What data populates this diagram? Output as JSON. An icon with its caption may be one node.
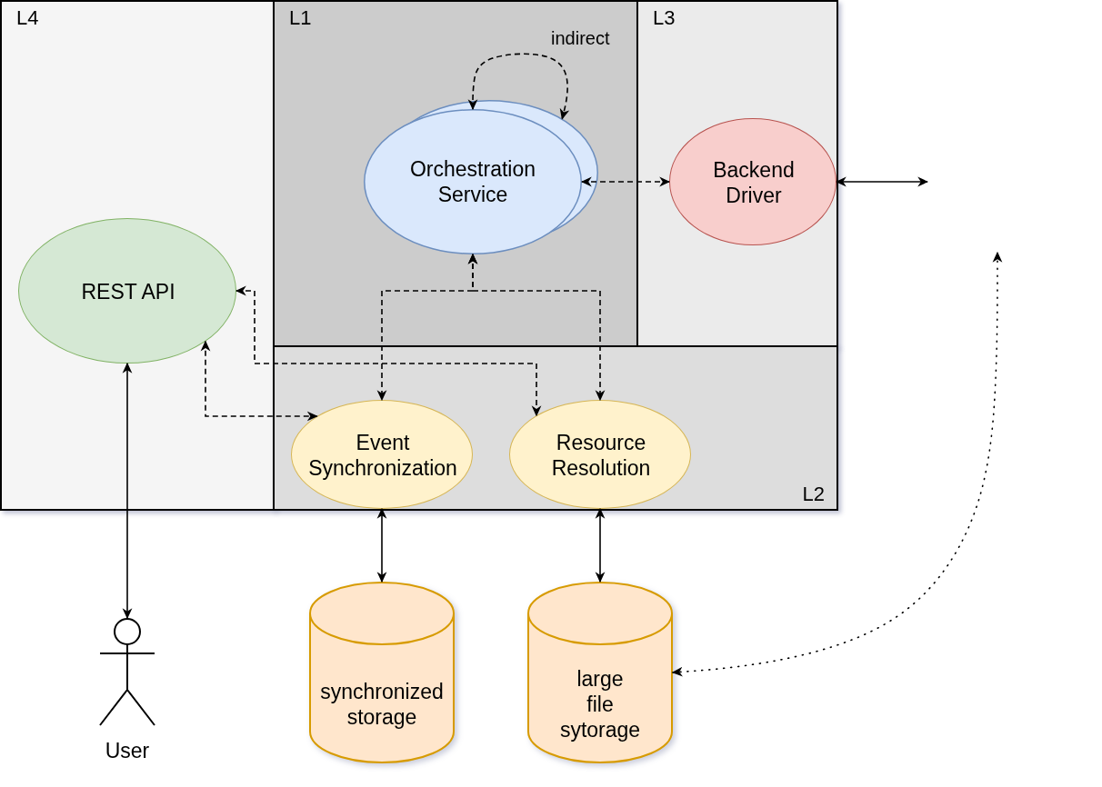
{
  "diagram": {
    "nodes": [
      {
        "text": [
          "L4"
        ]
      },
      {
        "text": [
          "REST API"
        ],
        "in": 0
      },
      {
        "text": [
          "L1"
        ]
      },
      {
        "text": [
          "Orchestration Service"
        ],
        "in": 2
      },
      {
        "text": [
          "L3"
        ]
      },
      {
        "text": [
          "Backend Driver"
        ],
        "in": 4
      },
      {
        "text": [
          "L2"
        ]
      },
      {
        "text": [
          "Event Synchronization"
        ],
        "in": 6
      },
      {
        "text": [
          "Resource Resolution"
        ],
        "in": 6
      },
      {
        "text": [
          "synchronized storage"
        ]
      },
      {
        "text": [
          "large file sytorage"
        ]
      },
      {
        "text": [
          "User"
        ]
      }
    ],
    "edges": [
      {
        "from": 3,
        "to": 3,
        "arrow": "both",
        "label": "indirect",
        "style": "dashed"
      },
      {
        "from": 3,
        "to": 5,
        "arrow": "both",
        "style": "dashed"
      },
      {
        "from": 5,
        "to": null,
        "arrow": "both"
      },
      {
        "from": 3,
        "to": 7,
        "arrow": "both",
        "style": "dashed"
      },
      {
        "from": 3,
        "to": 8,
        "arrow": "both",
        "style": "dashed"
      },
      {
        "from": 1,
        "to": 8,
        "arrow": "both",
        "style": "dashed"
      },
      {
        "from": 1,
        "to": 7,
        "arrow": "both",
        "style": "dashed"
      },
      {
        "from": 1,
        "to": 11,
        "arrow": "both"
      },
      {
        "from": 7,
        "to": 9,
        "arrow": "both"
      },
      {
        "from": 8,
        "to": 10,
        "arrow": "both"
      },
      {
        "from": 10,
        "to": null,
        "arrow": "both",
        "style": "dashed"
      }
    ]
  }
}
